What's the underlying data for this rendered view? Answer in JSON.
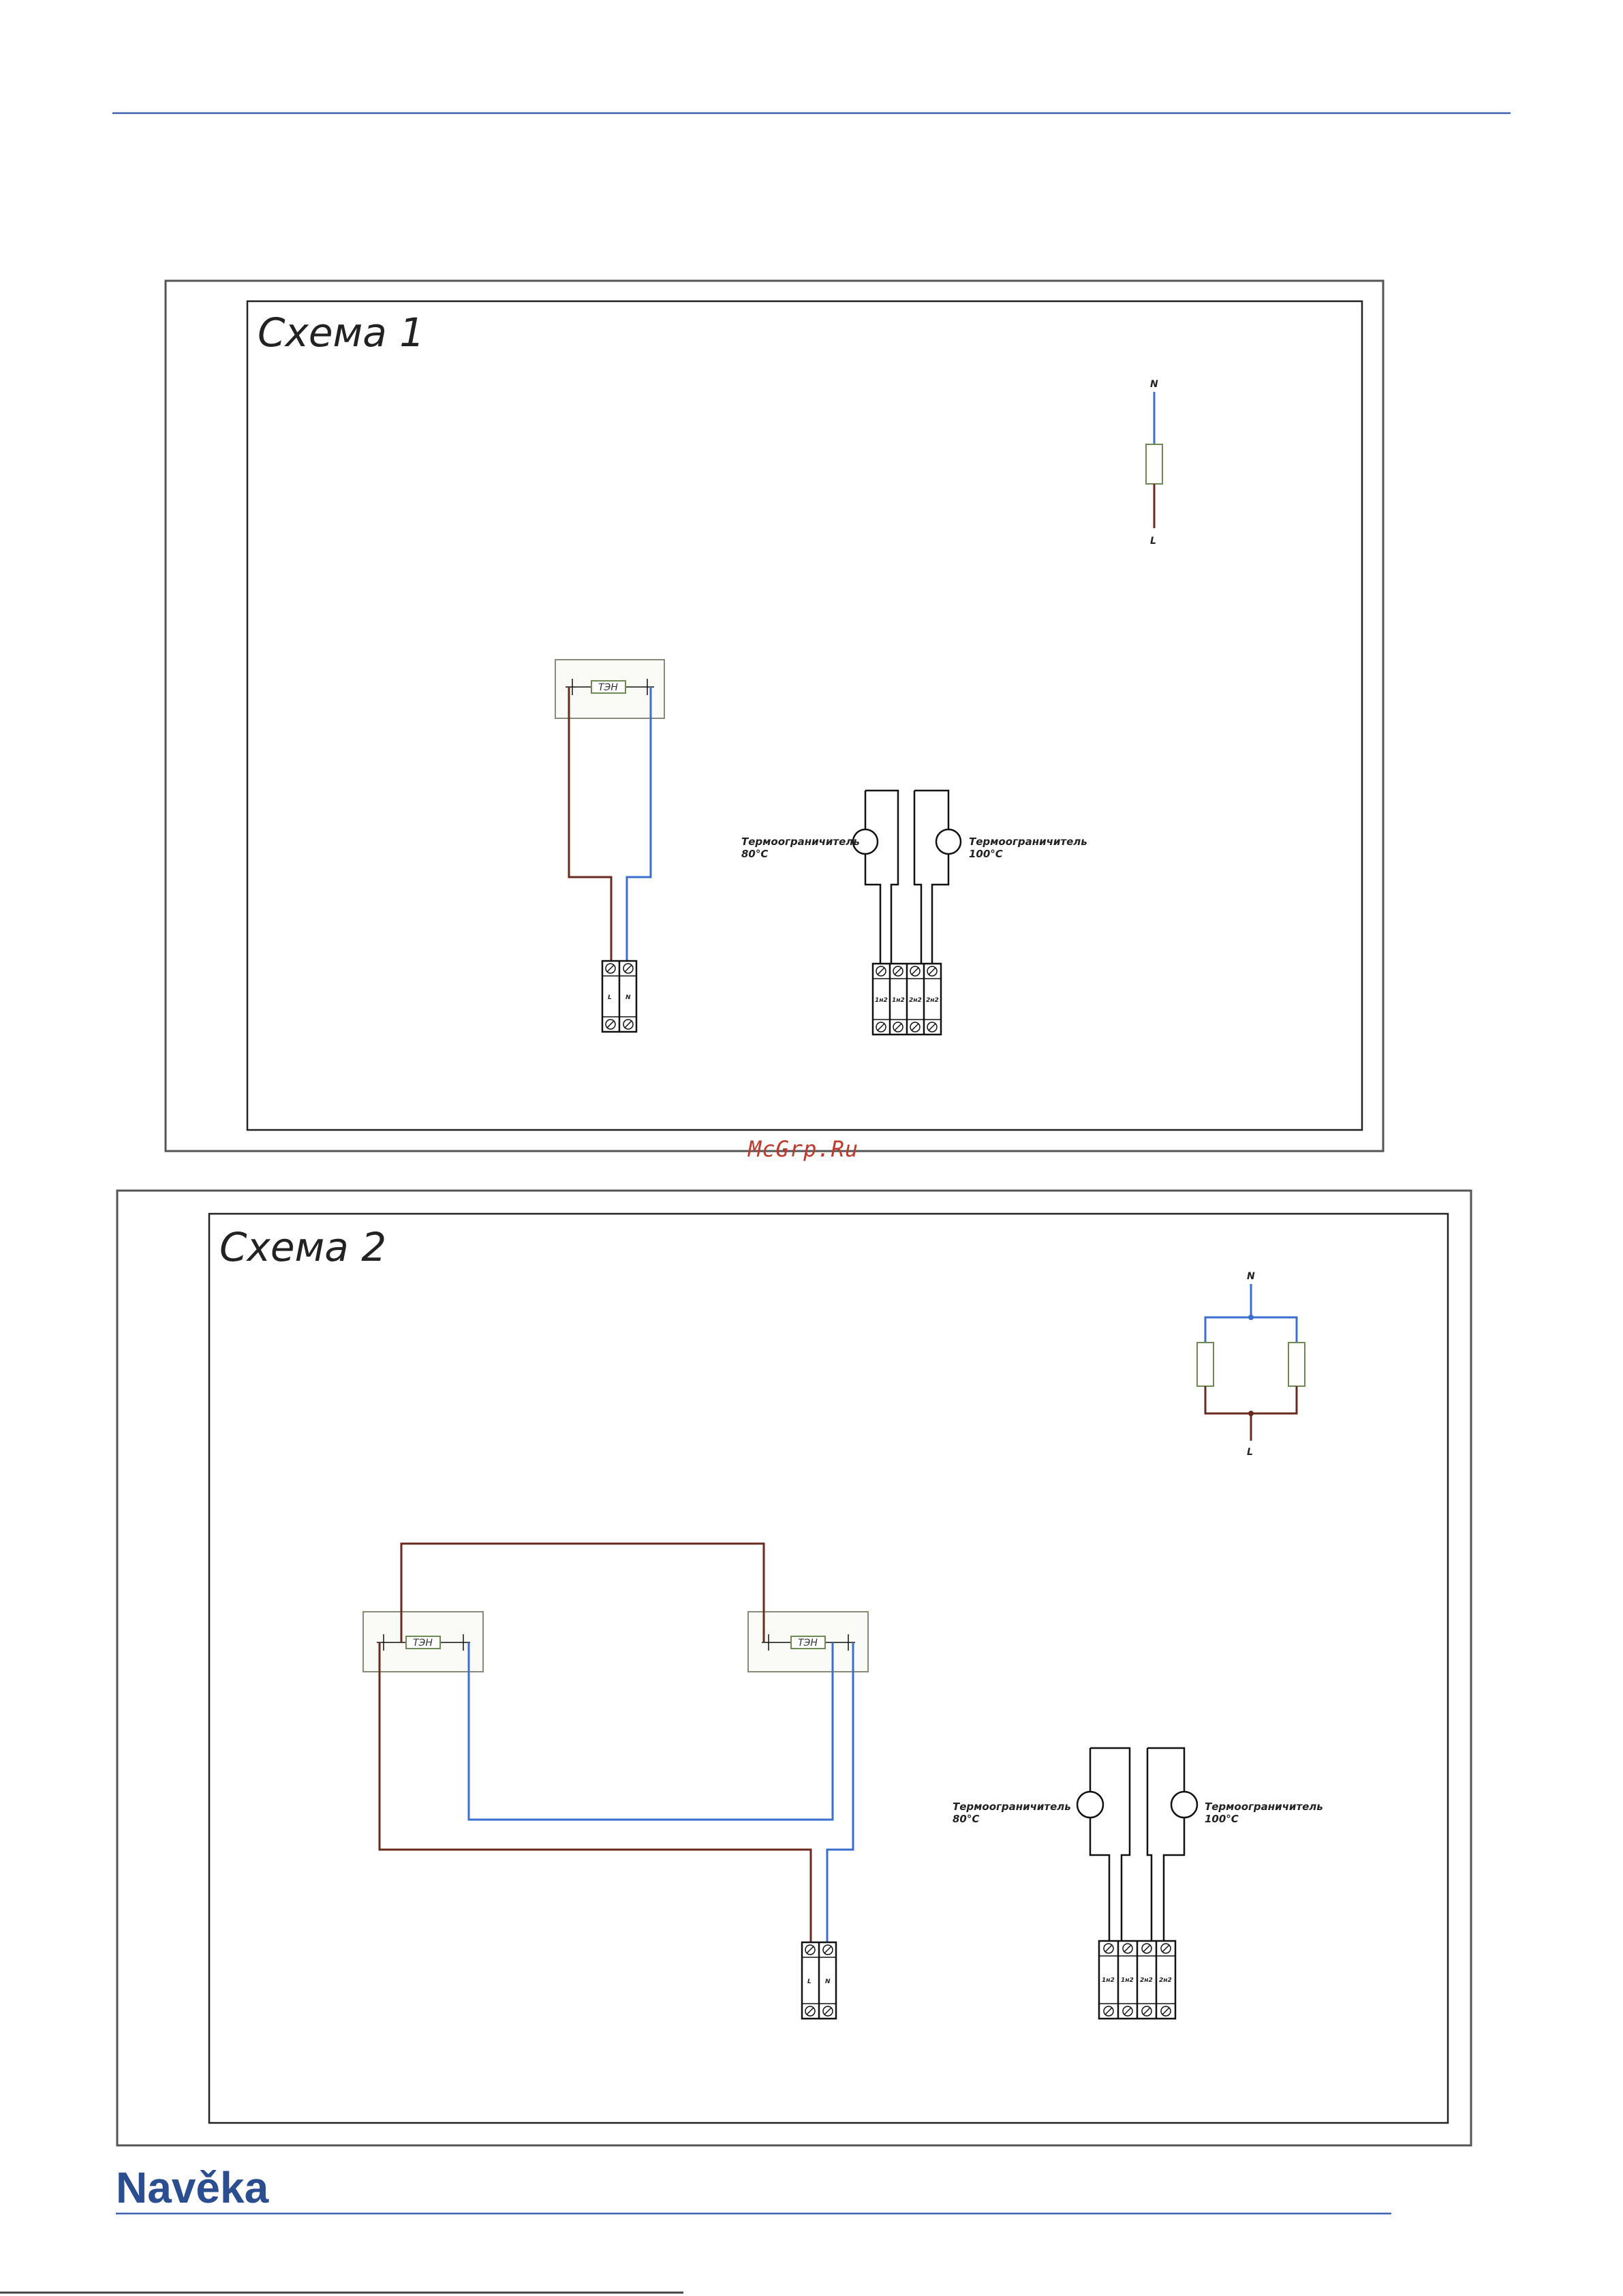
{
  "schemes": [
    {
      "title": "Схема 1"
    },
    {
      "title": "Схема 2"
    }
  ],
  "labels": {
    "neutral": "N",
    "line": "L",
    "heater": "ТЭН",
    "thermo_left": [
      "Термоограничитель",
      "80°C"
    ],
    "thermo_right": [
      "Термоограничитель",
      "100°C"
    ],
    "terminal_markings": [
      "1н2",
      "1н2",
      "2н2",
      "2н2"
    ]
  },
  "watermark": "McGrp.Ru",
  "logo": "Navěka",
  "colors": {
    "line_wire": "#6b2a1e",
    "neutral_wire": "#3a6fd0",
    "heater_outline": "#6d8a55",
    "rule": "#3f5fb0",
    "watermark": "#c0392b",
    "logo": "#2a4e8f"
  }
}
